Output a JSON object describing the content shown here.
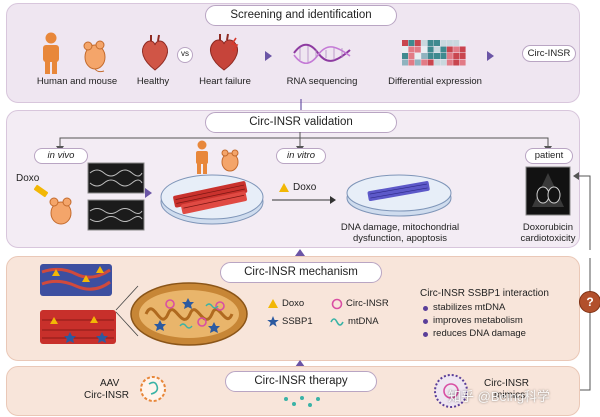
{
  "screening": {
    "title": "Screening and identification",
    "human_mouse": "Human and mouse",
    "healthy": "Healthy",
    "vs": "vs",
    "heart_failure": "Heart failure",
    "rna_seq": "RNA sequencing",
    "diff_expr": "Differential expression",
    "circ_insr": "Circ-INSR"
  },
  "validation": {
    "title": "Circ-INSR validation",
    "in_vivo": "in vivo",
    "in_vitro": "in vitro",
    "patient": "patient",
    "doxo_left": "Doxo",
    "doxo_mid": "Doxo",
    "damage_1": "DNA damage, mitochondrial",
    "damage_2": "dysfunction, apoptosis",
    "cardio_1": "Doxorubicin",
    "cardio_2": "cardiotoxicity"
  },
  "mechanism": {
    "title": "Circ-INSR mechanism",
    "legend": {
      "doxo": "Doxo",
      "circ_insr": "Circ-INSR",
      "ssbp1": "SSBP1",
      "mtdna": "mtDNA"
    },
    "interaction_title": "Circ-INSR SSBP1 interaction",
    "bullets": [
      "stabilizes mtDNA",
      "improves metabolism",
      "reduces DNA damage"
    ]
  },
  "therapy": {
    "title": "Circ-INSR therapy",
    "aav_1": "AAV",
    "aav_2": "Circ-INSR",
    "mimic_1": "Circ-INSR",
    "mimic_2": "mimics"
  },
  "feedback_symbol": "?",
  "watermark": "知乎 @Being科学",
  "colors": {
    "accent": "#6b55a6",
    "human": "#e8873a",
    "heart": "#c9463d",
    "doxo": "#f2b705",
    "ssbp1": "#2c5aa0",
    "circ": "#d94fa3",
    "question": "#b2502c"
  }
}
